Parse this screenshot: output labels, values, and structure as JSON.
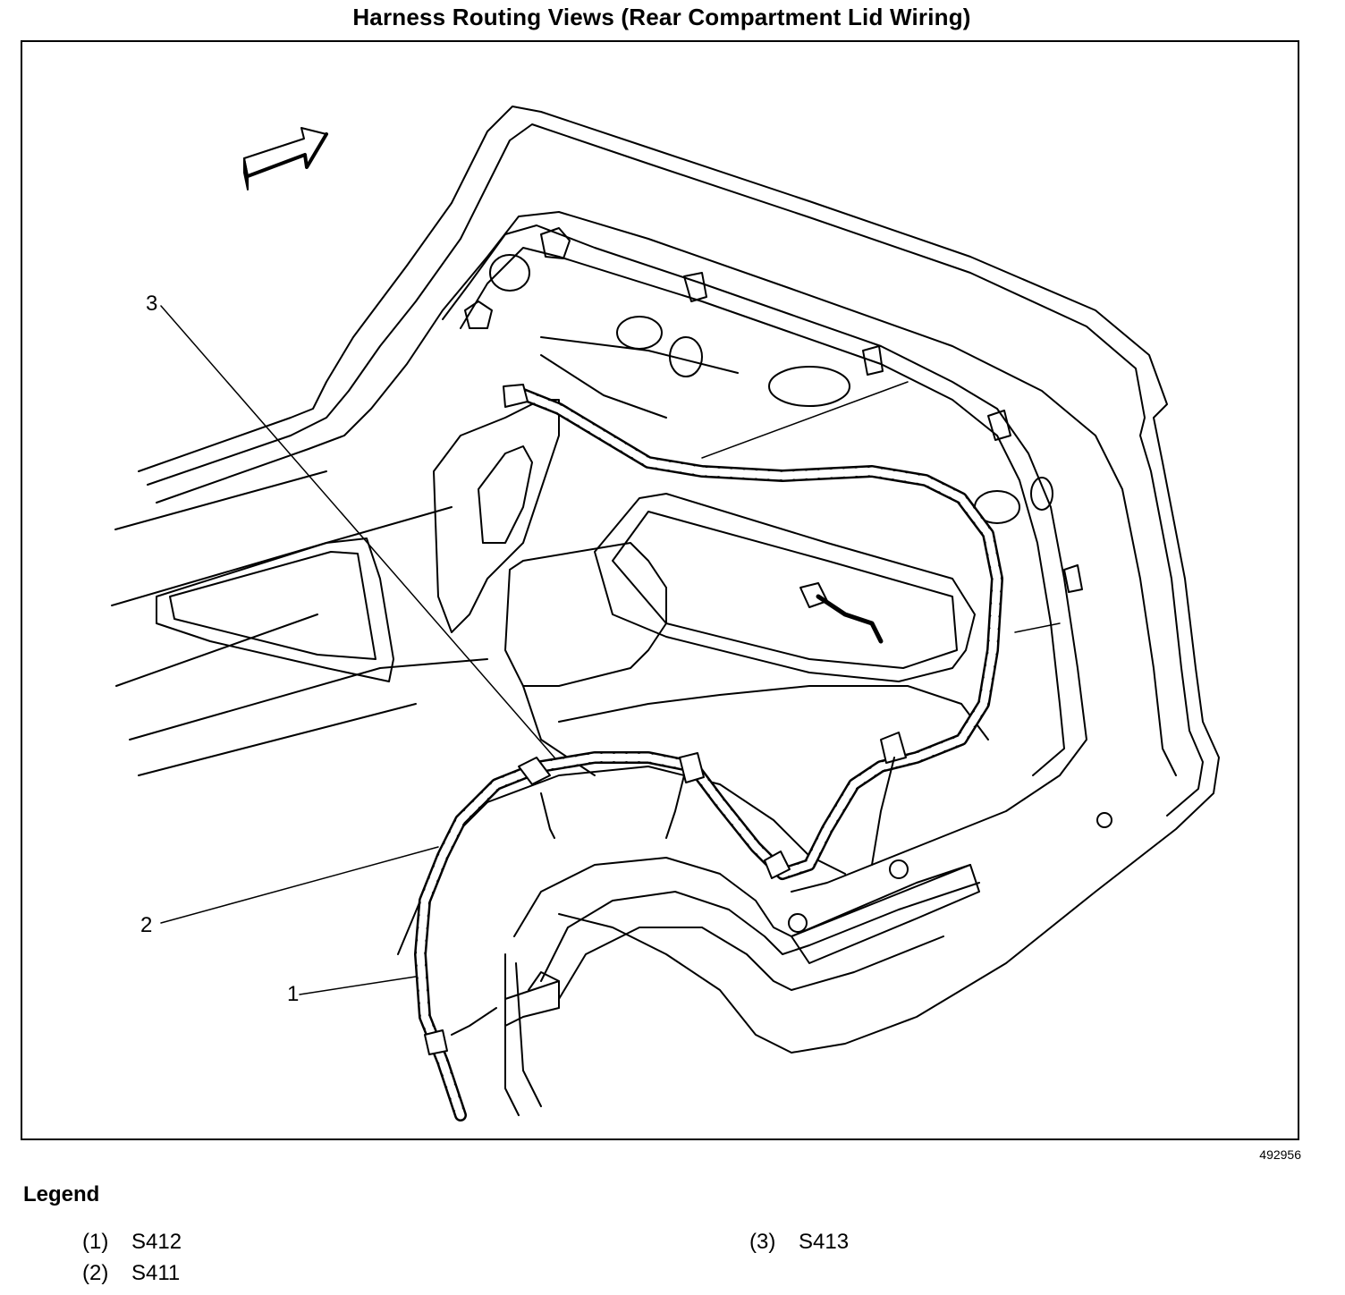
{
  "title": "Harness Routing Views (Rear Compartment Lid Wiring)",
  "figure_id": "492956",
  "callouts": [
    "1",
    "2",
    "3"
  ],
  "legend": {
    "heading": "Legend",
    "items": [
      {
        "ref": "(1)",
        "label": "S412"
      },
      {
        "ref": "(2)",
        "label": "S411"
      },
      {
        "ref": "(3)",
        "label": "S413"
      }
    ]
  },
  "icons": [
    "direction-arrow-icon"
  ],
  "colors": {
    "line": "#000000",
    "background": "#ffffff"
  }
}
